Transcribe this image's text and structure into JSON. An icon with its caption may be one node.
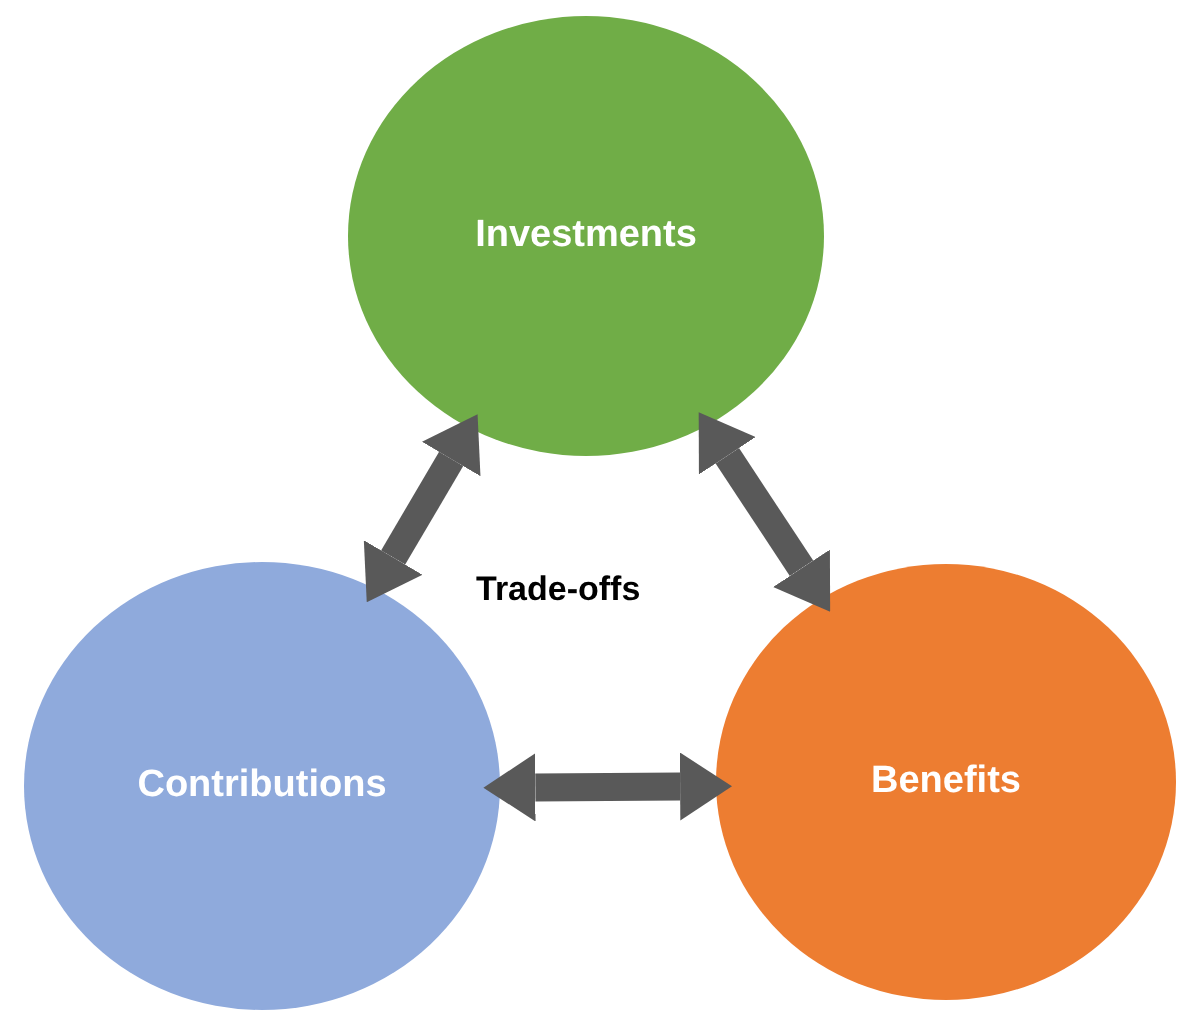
{
  "diagram": {
    "nodes": [
      {
        "text": [
          "Investments"
        ]
      },
      {
        "text": [
          "Contributions"
        ]
      },
      {
        "text": [
          "Benefits"
        ]
      }
    ],
    "edges": [
      {
        "from": 0,
        "to": 1,
        "arrow": "both"
      },
      {
        "from": 0,
        "to": 2,
        "arrow": "both"
      },
      {
        "from": 1,
        "to": 2,
        "arrow": "both"
      }
    ],
    "labels": [
      "Trade-offs"
    ]
  }
}
